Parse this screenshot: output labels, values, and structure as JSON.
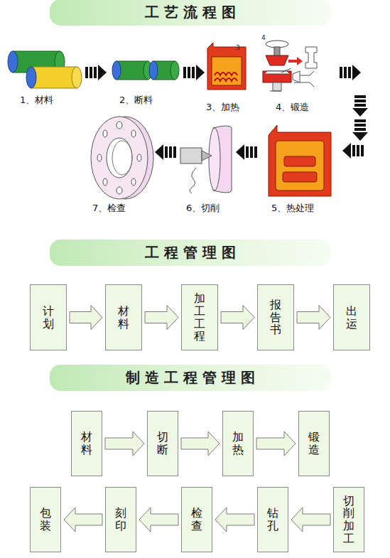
{
  "diagram": {
    "nodes": [
      {
        "text": [
          "工 艺 流 程 图"
        ]
      },
      {
        "text": [
          "工 程 管 理 图"
        ]
      },
      {
        "text": [
          "计划"
        ]
      },
      {
        "text": [
          "材料"
        ]
      },
      {
        "text": [
          "加工工程"
        ]
      },
      {
        "text": [
          "报告书"
        ]
      },
      {
        "text": [
          "出运"
        ]
      },
      {
        "text": [
          "制 造 工 程 管 理 图"
        ]
      },
      {
        "text": [
          "材料"
        ]
      },
      {
        "text": [
          "切断"
        ]
      },
      {
        "text": [
          "加热"
        ]
      },
      {
        "text": [
          "锻造"
        ]
      },
      {
        "text": [
          "切削加工"
        ]
      },
      {
        "text": [
          "钻孔"
        ]
      },
      {
        "text": [
          "检查"
        ]
      },
      {
        "text": [
          "刻印"
        ]
      },
      {
        "text": [
          "包装"
        ]
      }
    ],
    "edges": [
      {
        "from": 2,
        "to": 3,
        "arrow": "to"
      },
      {
        "from": 3,
        "to": 4,
        "arrow": "to"
      },
      {
        "from": 4,
        "to": 5,
        "arrow": "to"
      },
      {
        "from": 5,
        "to": 6,
        "arrow": "to"
      },
      {
        "from": 8,
        "to": 9,
        "arrow": "to"
      },
      {
        "from": 9,
        "to": 10,
        "arrow": "to"
      },
      {
        "from": 10,
        "to": 11,
        "arrow": "to"
      },
      {
        "from": 12,
        "to": 13,
        "arrow": "to"
      },
      {
        "from": 13,
        "to": 14,
        "arrow": "to"
      },
      {
        "from": 14,
        "to": 15,
        "arrow": "to"
      },
      {
        "from": 15,
        "to": 16,
        "arrow": "to"
      }
    ],
    "labels": [
      "1、材料",
      "2、断料",
      "3、加热",
      "4、锻造",
      "5、热处理",
      "6、切削",
      "7、检查",
      "3",
      "4"
    ]
  }
}
